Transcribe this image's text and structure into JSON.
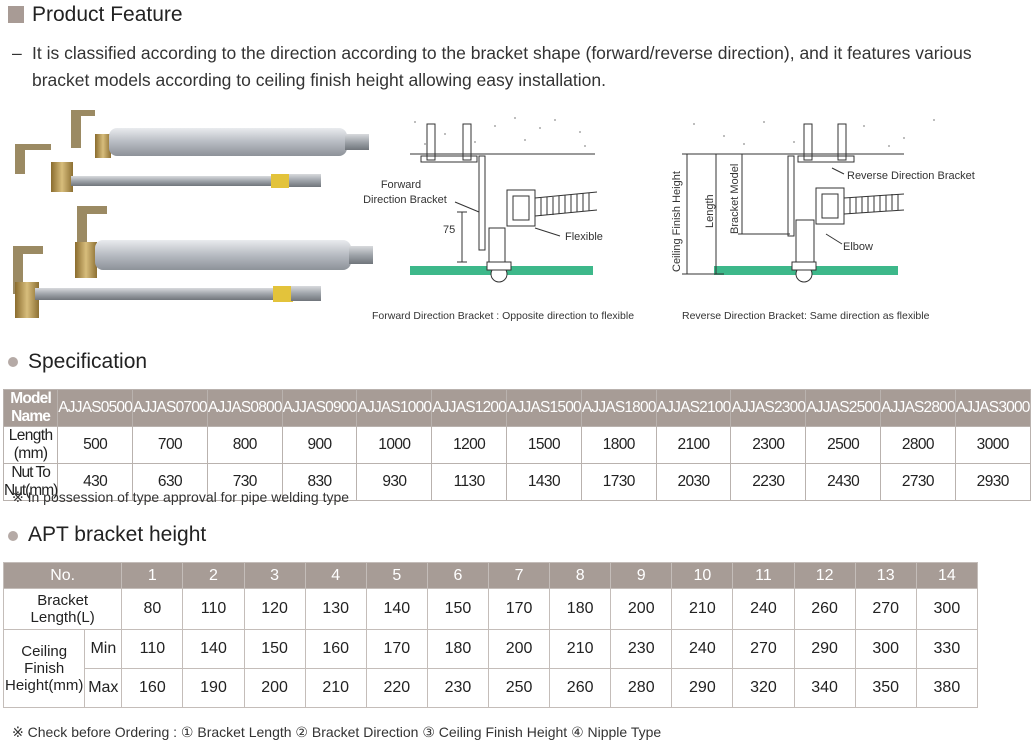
{
  "feature": {
    "title": "Product Feature",
    "dash": "–",
    "description": "It is classified according to the direction according to the bracket shape (forward/reverse direction), and it features various bracket models according to ceiling finish height allowing easy installation."
  },
  "diagram_forward": {
    "label_forward": "Forward",
    "label_direction": "Direction Bracket",
    "label_75": "75",
    "label_flexible": "Flexible",
    "caption": "Forward Direction Bracket : Opposite direction to flexible"
  },
  "diagram_reverse": {
    "label_ceiling": "Ceiling Finish Height",
    "label_length": "Length",
    "label_model": "Bracket Model",
    "label_reverse": "Reverse Direction Bracket",
    "label_elbow": "Elbow",
    "caption": "Reverse Direction Bracket: Same direction as flexible"
  },
  "spec": {
    "title": "Specification",
    "row_head": "Model Name",
    "models": [
      "AJJAS0500",
      "AJJAS0700",
      "AJJAS0800",
      "AJJAS0900",
      "AJJAS1000",
      "AJJAS1200",
      "AJJAS1500",
      "AJJAS1800",
      "AJJAS2100",
      "AJJAS2300",
      "AJJAS2500",
      "AJJAS2800",
      "AJJAS3000"
    ],
    "rows": [
      {
        "label": "Length (mm)",
        "values": [
          "500",
          "700",
          "800",
          "900",
          "1000",
          "1200",
          "1500",
          "1800",
          "2100",
          "2300",
          "2500",
          "2800",
          "3000"
        ]
      },
      {
        "label": "Nut To Nut(mm)",
        "values": [
          "430",
          "630",
          "730",
          "830",
          "930",
          "1130",
          "1430",
          "1730",
          "2030",
          "2230",
          "2430",
          "2730",
          "2930"
        ]
      }
    ],
    "note": "※ In possession of type approval for pipe welding type"
  },
  "apt": {
    "title": "APT bracket height",
    "no_label": "No.",
    "numbers": [
      "1",
      "2",
      "3",
      "4",
      "5",
      "6",
      "7",
      "8",
      "9",
      "10",
      "11",
      "12",
      "13",
      "14"
    ],
    "bracket_label": "Bracket Length(L)",
    "bracket_values": [
      "80",
      "110",
      "120",
      "130",
      "140",
      "150",
      "170",
      "180",
      "200",
      "210",
      "240",
      "260",
      "270",
      "300"
    ],
    "ceiling_label": "Ceiling Finish Height(mm)",
    "min_label": "Min",
    "min_values": [
      "110",
      "140",
      "150",
      "160",
      "170",
      "180",
      "200",
      "210",
      "230",
      "240",
      "270",
      "290",
      "300",
      "330"
    ],
    "max_label": "Max",
    "max_values": [
      "160",
      "190",
      "200",
      "210",
      "220",
      "230",
      "250",
      "260",
      "280",
      "290",
      "320",
      "340",
      "350",
      "380"
    ],
    "note": "※ Check before Ordering : ① Bracket Length ② Bracket Direction ③ Ceiling Finish Height ④ Nipple Type"
  },
  "colors": {
    "header_bg": "#a79c96",
    "floor_green": "#3db88a",
    "pipe_silver": "#c9ccd1",
    "bracket_brass": "#b79a55"
  }
}
